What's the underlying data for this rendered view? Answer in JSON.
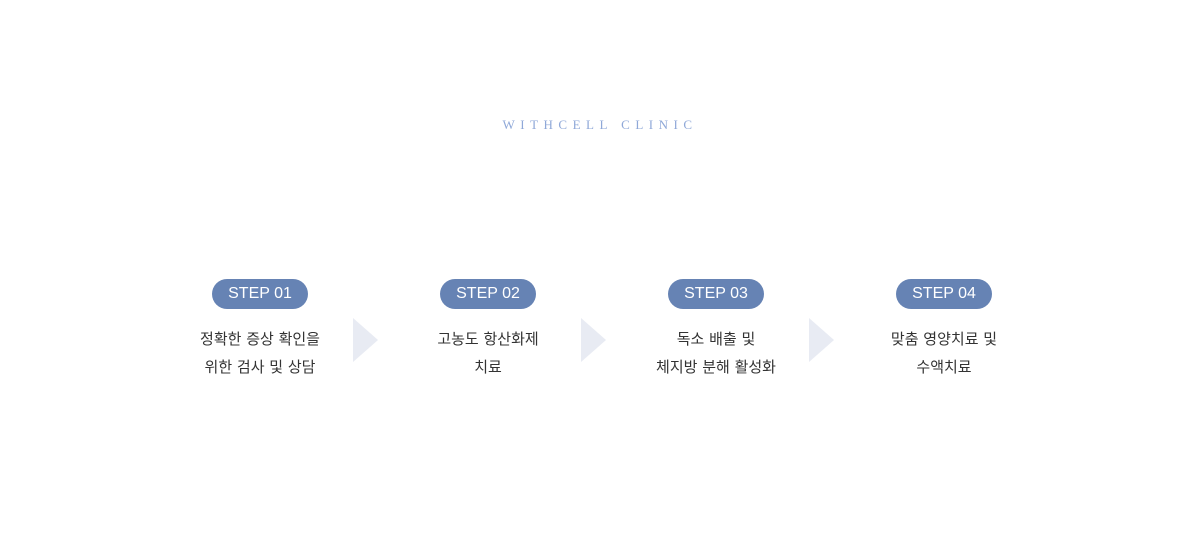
{
  "brand": "WITHCELL CLINIC",
  "steps": [
    {
      "badge": "STEP 01",
      "line1": "정확한 증상 확인을",
      "line2": "위한 검사 및 상담"
    },
    {
      "badge": "STEP 02",
      "line1": "고농도 항산화제",
      "line2": "치료"
    },
    {
      "badge": "STEP 03",
      "line1": "독소 배출 및",
      "line2": "체지방 분해 활성화"
    },
    {
      "badge": "STEP 04",
      "line1": "맞춤 영양치료 및",
      "line2": "수액치료"
    }
  ],
  "colors": {
    "badge": "#6683b4",
    "brand": "#8fa8d8",
    "arrow": "#e8ebf3"
  }
}
